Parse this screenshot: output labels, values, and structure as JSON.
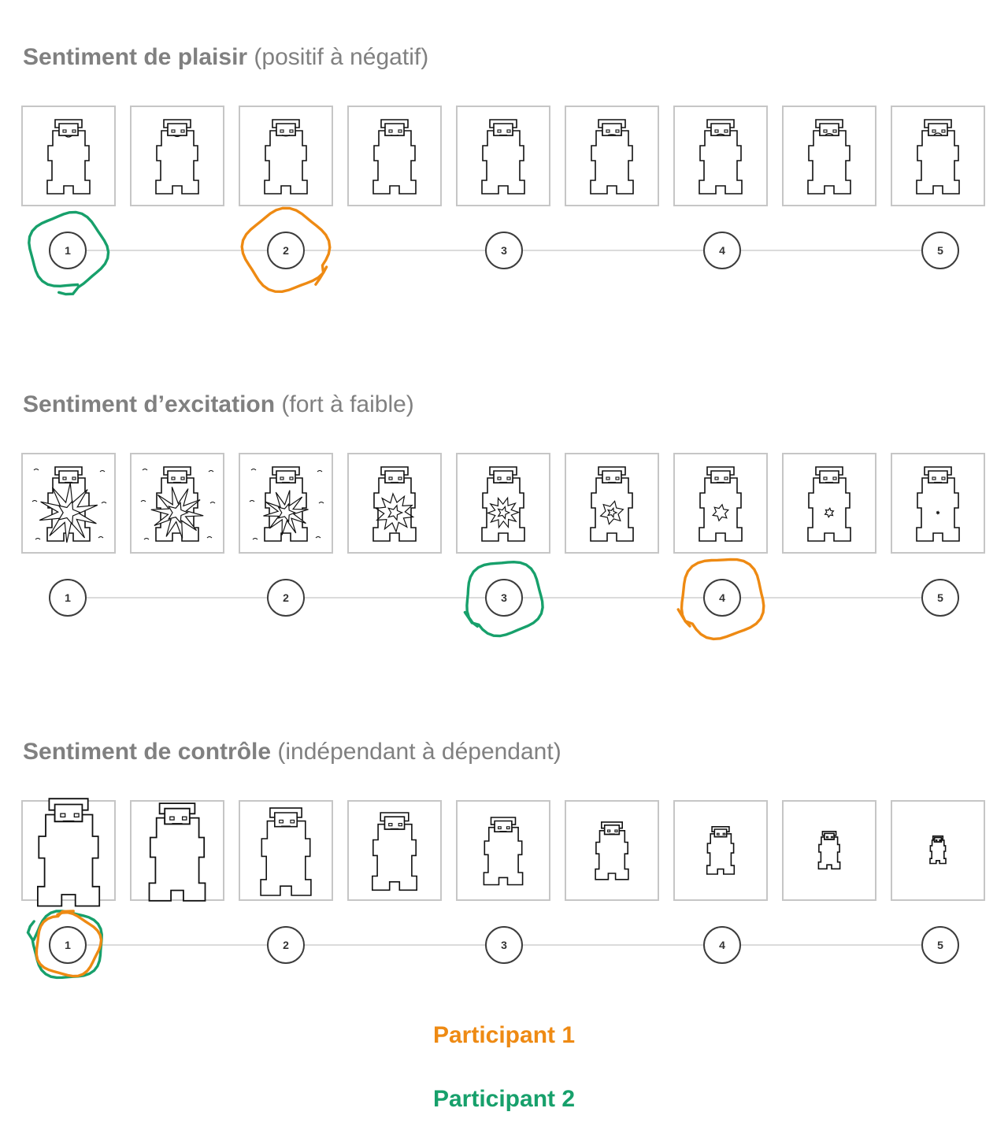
{
  "sections": [
    {
      "title_bold": "Sentiment de plaisir",
      "title_rest": " (positif à négatif)",
      "dimension": "pleasure",
      "scale": [
        "1",
        "2",
        "3",
        "4",
        "5"
      ],
      "picture_count": 9,
      "participant1_choice": 2,
      "participant2_choice": 1
    },
    {
      "title_bold": "Sentiment d’excitation",
      "title_rest": " (fort à faible)",
      "dimension": "arousal",
      "scale": [
        "1",
        "2",
        "3",
        "4",
        "5"
      ],
      "picture_count": 9,
      "participant1_choice": 4,
      "participant2_choice": 3
    },
    {
      "title_bold": "Sentiment de contrôle",
      "title_rest": " (indépendant à dépendant)",
      "dimension": "dominance",
      "scale": [
        "1",
        "2",
        "3",
        "4",
        "5"
      ],
      "picture_count": 9,
      "participant1_choice": 1,
      "participant2_choice": 1
    }
  ],
  "legend": {
    "participant1": {
      "label": "Participant 1",
      "color": "#ee8a13"
    },
    "participant2": {
      "label": "Participant 2",
      "color": "#17a06b"
    }
  }
}
